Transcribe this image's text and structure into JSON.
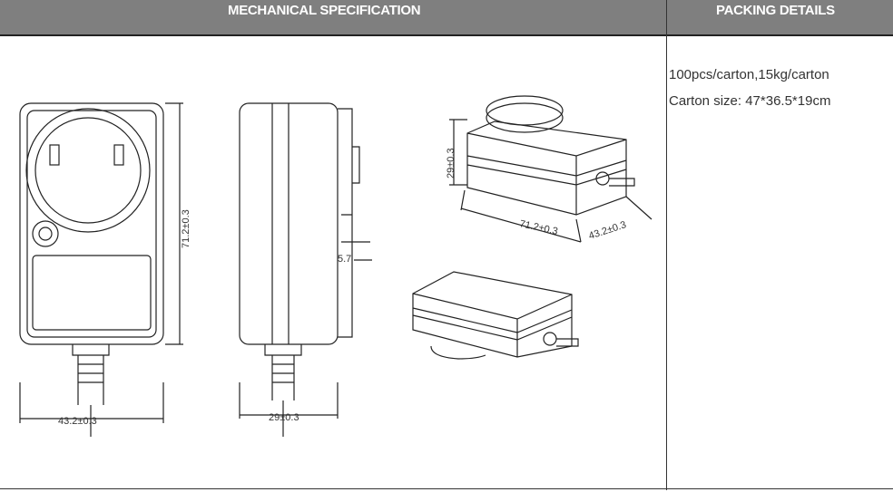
{
  "header": {
    "mechanical": "MECHANICAL SPECIFICATION",
    "packing": "PACKING DETAILS"
  },
  "packing": {
    "line1": "100pcs/carton,15kg/carton",
    "line2": "Carton size: 47*36.5*19cm"
  },
  "drawing": {
    "front_height": "71.2±0.3",
    "front_width": "43.2±0.3",
    "side_width": "29±0.3",
    "pin_length": "5.7",
    "iso_height": "29±0.3",
    "iso_length": "71.2±0.3",
    "iso_width": "43.2±0.3"
  }
}
